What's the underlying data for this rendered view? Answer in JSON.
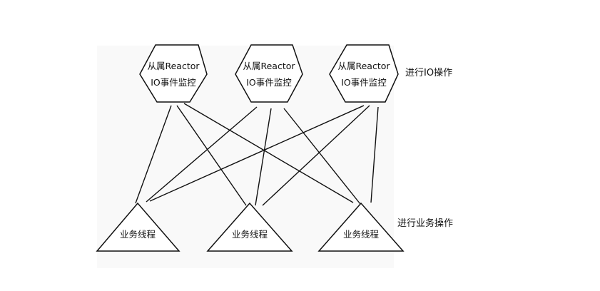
{
  "reactors": [
    {
      "line1": "从属Reactor",
      "line2": "IO事件监控"
    },
    {
      "line1": "从属Reactor",
      "line2": "IO事件监控"
    },
    {
      "line1": "从属Reactor",
      "line2": "IO事件监控"
    }
  ],
  "threads": [
    {
      "label": "业务线程"
    },
    {
      "label": "业务线程"
    },
    {
      "label": "业务线程"
    }
  ],
  "labels": {
    "io_ops": "进行IO操作",
    "biz_ops": "进行业务操作"
  }
}
